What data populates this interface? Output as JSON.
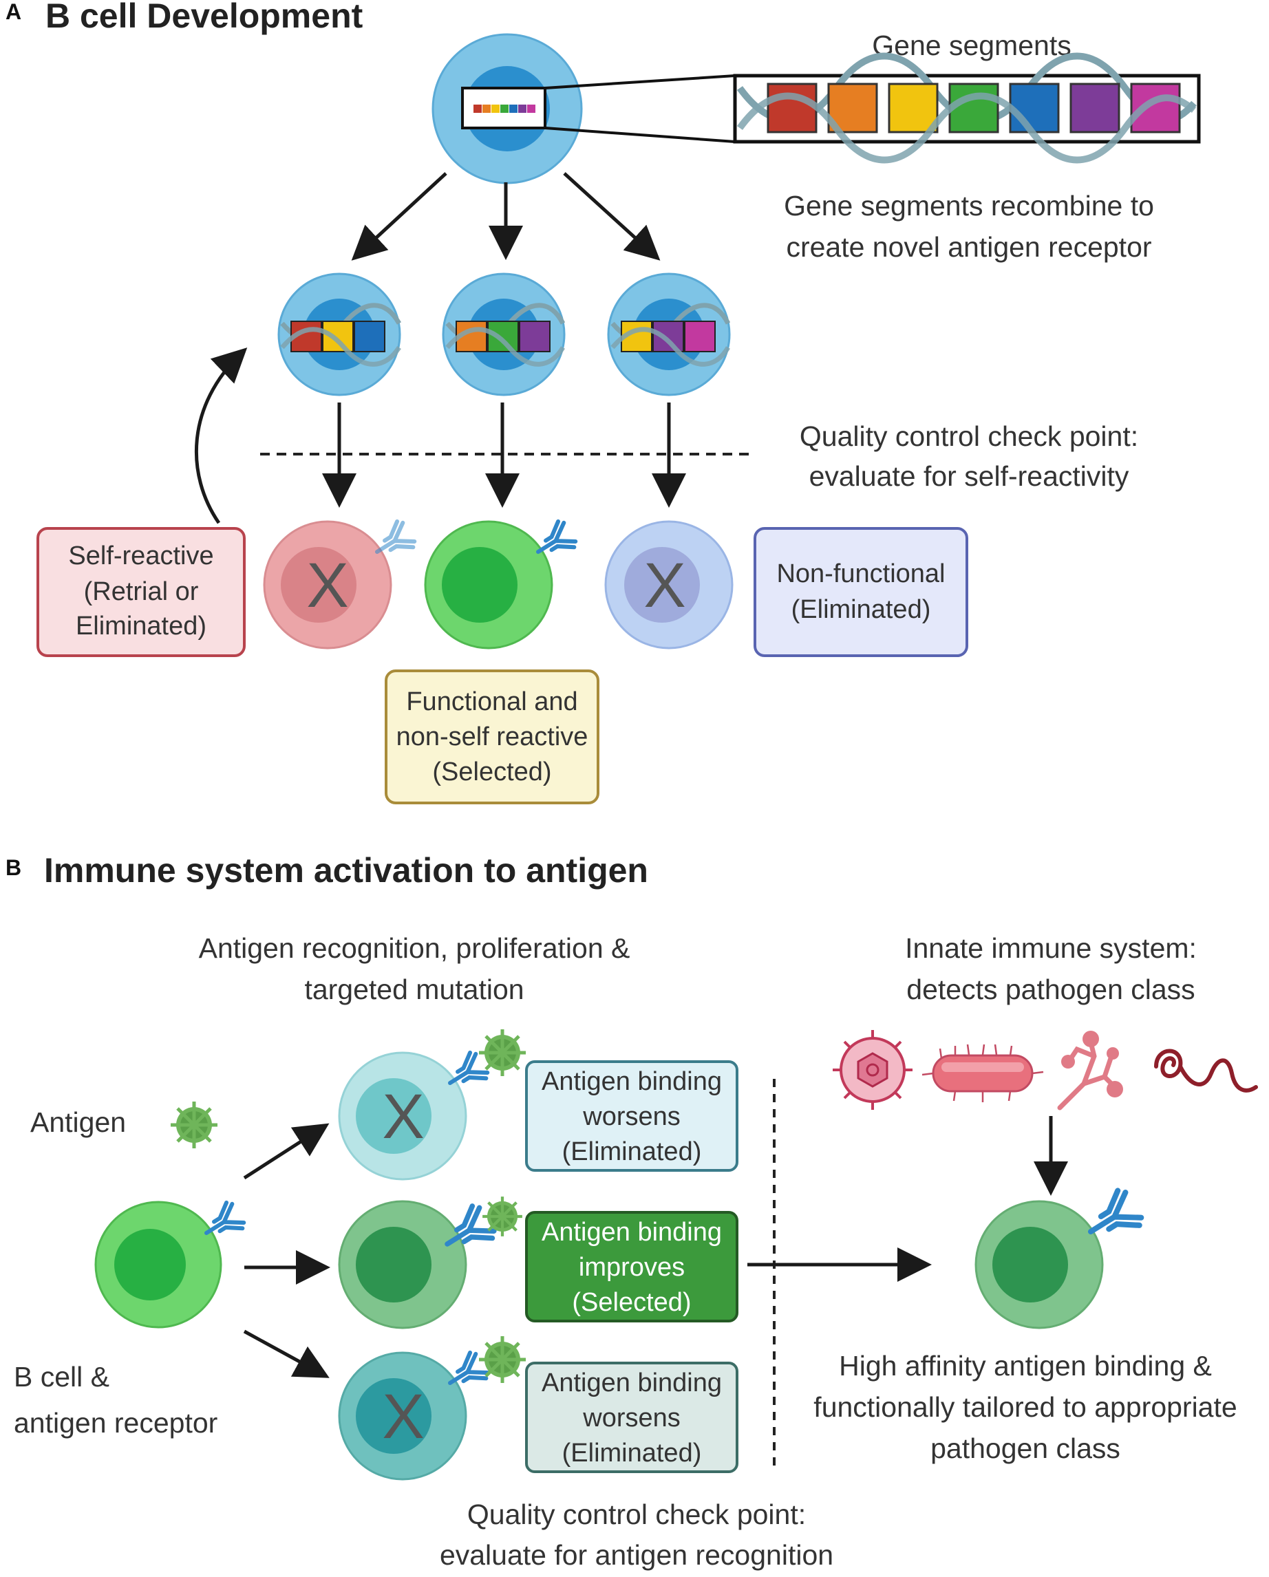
{
  "panel_a": {
    "letter": "A",
    "title": "B cell Development",
    "gene_segments_title": "Gene segments",
    "recombine_text": [
      "Gene segments recombine to",
      "create novel antigen receptor"
    ],
    "qc_text": [
      "Quality control check point:",
      "evaluate for self-reactivity"
    ],
    "self_reactive_box": [
      "Self-reactive",
      "(Retrial or",
      "Eliminated)"
    ],
    "non_functional_box": [
      "Non-functional",
      "(Eliminated)"
    ],
    "functional_box": [
      "Functional and",
      "non-self reactive",
      "(Selected)"
    ],
    "x_mark": "X"
  },
  "panel_b": {
    "letter": "B",
    "title": "Immune system activation to antigen",
    "recognition_text": [
      "Antigen recognition, proliferation &",
      "targeted mutation"
    ],
    "innate_text": [
      "Innate immune system:",
      "detects pathogen class"
    ],
    "antigen_label": "Antigen",
    "bcell_label": [
      "B cell &",
      "antigen receptor"
    ],
    "box_top": [
      "Antigen binding",
      "worsens",
      "(Eliminated)"
    ],
    "box_mid": [
      "Antigen binding",
      "improves",
      "(Selected)"
    ],
    "box_bot": [
      "Antigen binding",
      "worsens",
      "(Eliminated)"
    ],
    "qc_text": [
      "Quality control check point:",
      "evaluate for antigen recognition"
    ],
    "high_affinity_text": [
      "High affinity antigen binding &",
      "functionally tailored to appropriate",
      "pathogen class"
    ],
    "x_mark": "X"
  },
  "colors": {
    "gene_segments": [
      "#c0392b",
      "#e67e22",
      "#f1c40f",
      "#3aa83a",
      "#1e6fba",
      "#7d3c98",
      "#c2399f"
    ],
    "cell_blue": "#7ec4e6",
    "nucleus_blue": "#2b8fce",
    "self_reactive_box_fill": "#f9dfe1",
    "self_reactive_box_stroke": "#b8434d",
    "non_functional_box_fill": "#e4e8fa",
    "non_functional_box_stroke": "#5964b1",
    "functional_box_fill": "#faf5d3",
    "functional_box_stroke": "#a98c3a",
    "selected_box_fill": "#3c9a3c",
    "antibody_blue": "#2f86c9"
  },
  "icons": [
    "dna-helix-icon",
    "antibody-icon",
    "antigen-virus-icon",
    "virus-icon",
    "bacterium-icon",
    "fungus-icon",
    "worm-parasite-icon"
  ]
}
